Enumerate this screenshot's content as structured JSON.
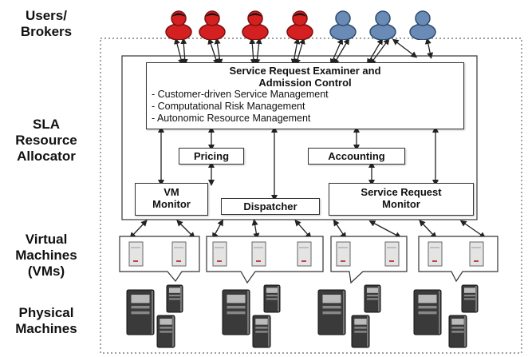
{
  "labels": {
    "users": "Users/\nBrokers",
    "sla": "SLA\nResource\nAllocator",
    "vms": "Virtual\nMachines\n(VMs)",
    "physical": "Physical\nMachines"
  },
  "examiner": {
    "title_line1": "Service Request Examiner and",
    "title_line2": "Admission Control",
    "items": [
      "- Customer-driven Service Management",
      "- Computational Risk Management",
      "- Autonomic Resource Management"
    ]
  },
  "pricing": "Pricing",
  "accounting": "Accounting",
  "vm_monitor": {
    "line1": "VM",
    "line2": "Monitor"
  },
  "dispatcher": "Dispatcher",
  "request_monitor": {
    "line1": "Service Request",
    "line2": "Monitor"
  },
  "colors": {
    "user_red": "#d42020",
    "user_blue": "#6a8bb5",
    "vm_box": "#e4e4e4"
  }
}
